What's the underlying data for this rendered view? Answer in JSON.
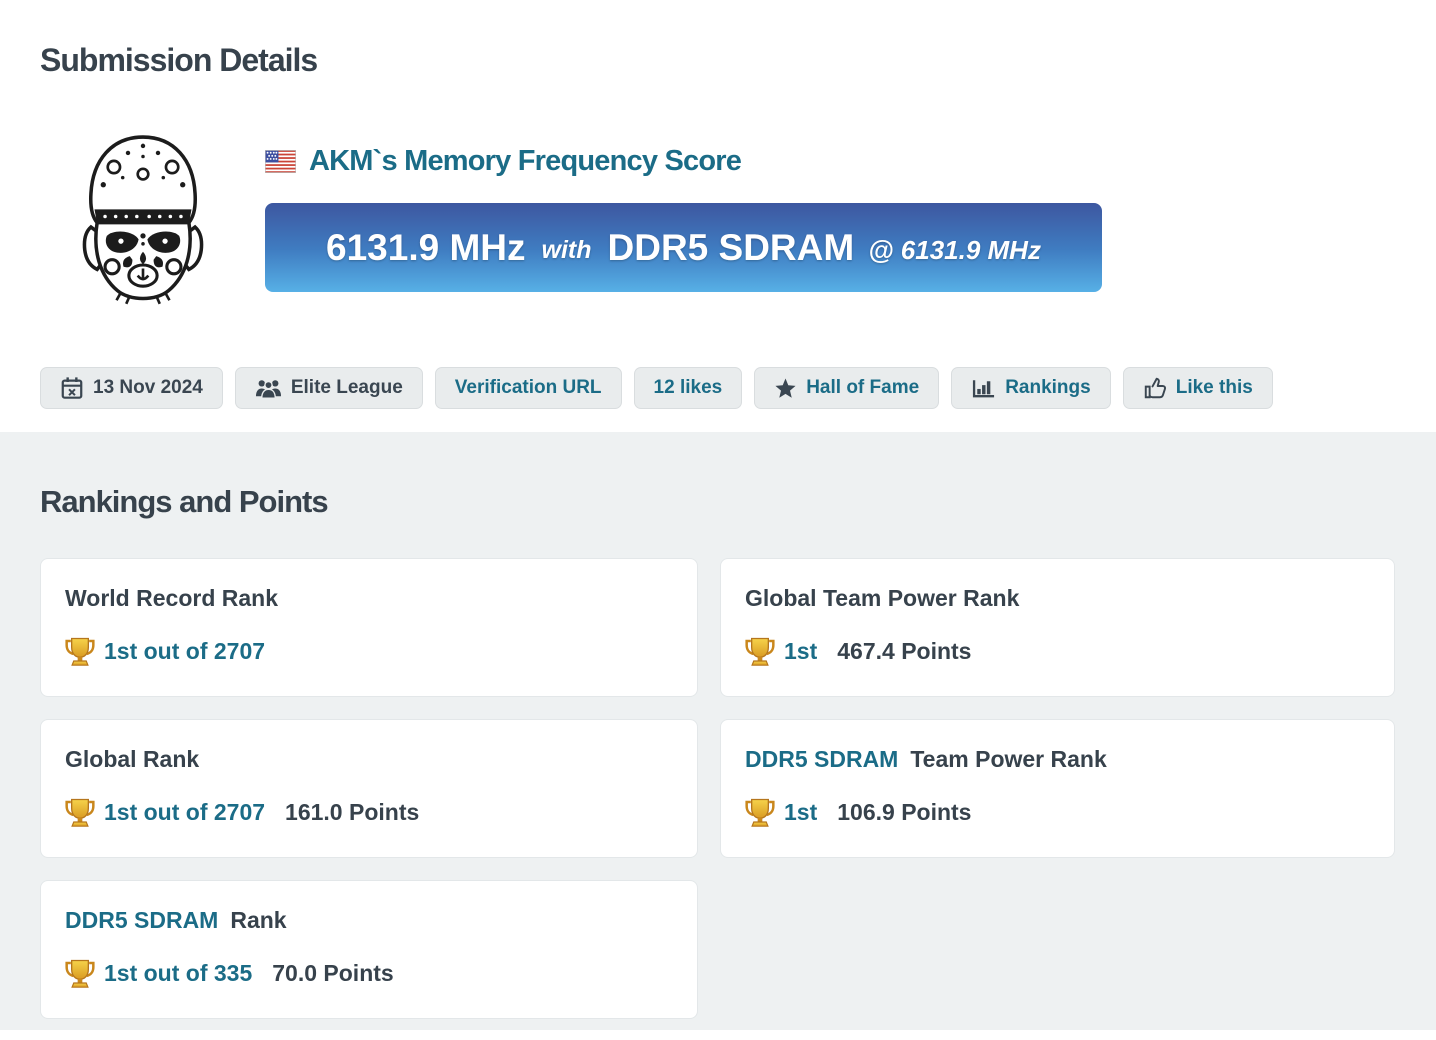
{
  "header": {
    "title": "Submission Details"
  },
  "submission": {
    "title": "AKM`s Memory Frequency Score",
    "flag": "us-flag",
    "banner": {
      "score": "6131.9 MHz",
      "connector": "with",
      "hardware": "DDR5 SDRAM",
      "at_clock": "@ 6131.9 MHz"
    },
    "buttons": [
      {
        "label": "13 Nov 2024",
        "icon": "calendar-icon"
      },
      {
        "label": "Elite League",
        "icon": "users-icon"
      },
      {
        "label": "Verification URL",
        "icon": ""
      },
      {
        "label": "12 likes",
        "icon": ""
      },
      {
        "label": "Hall of Fame",
        "icon": "star-icon"
      },
      {
        "label": "Rankings",
        "icon": "bar-chart-icon"
      },
      {
        "label": "Like this",
        "icon": "thumbs-up-icon"
      }
    ]
  },
  "rankings_section": {
    "title": "Rankings and Points",
    "cards": [
      {
        "link_part": "",
        "title": "World Record Rank",
        "rank": "1st out of 2707",
        "points": ""
      },
      {
        "link_part": "",
        "title": "Global Team Power Rank",
        "rank": "1st",
        "points": "467.4 Points"
      },
      {
        "link_part": "",
        "title": "Global Rank",
        "rank": "1st out of 2707",
        "points": "161.0 Points"
      },
      {
        "link_part": "DDR5 SDRAM",
        "title": "Team Power Rank",
        "rank": "1st",
        "points": "106.9 Points"
      },
      {
        "link_part": "DDR5 SDRAM",
        "title": "Rank",
        "rank": "1st out of 335",
        "points": "70.0 Points"
      }
    ]
  },
  "colors": {
    "accent_teal": "#1b6c87",
    "heading_slate": "#37424c",
    "banner_gradient_top": "#3d57a0",
    "banner_gradient_bottom": "#57b0e6",
    "section_bg": "#eef1f2",
    "button_bg": "#e9eced",
    "trophy_gold": "#e9b831"
  }
}
